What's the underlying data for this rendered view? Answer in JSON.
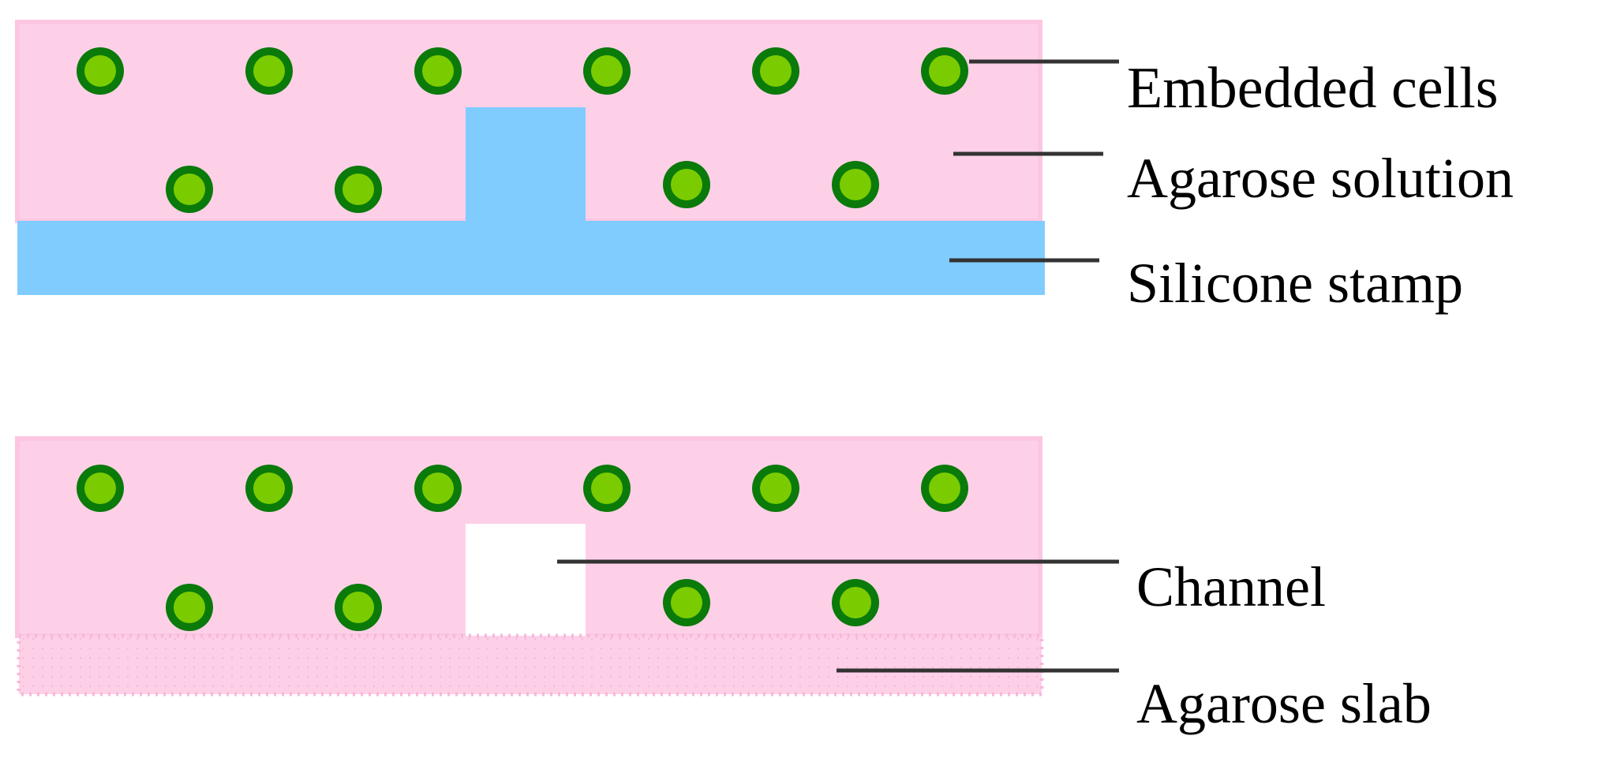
{
  "labels": {
    "embedded_cells": "Embedded cells",
    "agarose_solution": "Agarose solution",
    "silicone_stamp": "Silicone stamp",
    "channel": "Channel",
    "agarose_slab": "Agarose slab"
  },
  "colors": {
    "agarose": "#fdd0e8",
    "stamp": "#80ccff",
    "cell_outer": "#0a7a0a",
    "cell_inner": "#7acc00",
    "channel": "#ffffff",
    "line": "#333333"
  }
}
